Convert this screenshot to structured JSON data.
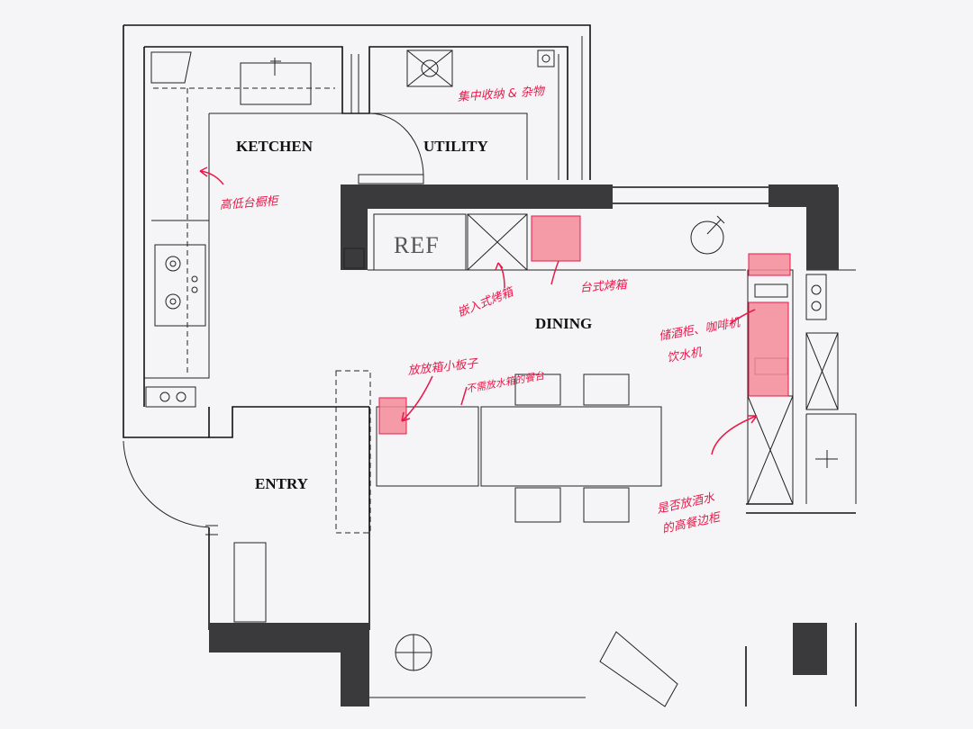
{
  "rooms": {
    "kitchen": "KETCHEN",
    "utility": "UTILITY",
    "dining": "DINING",
    "entry": "ENTRY",
    "ref": "REF"
  },
  "notes": {
    "low_cabinet": "高低台橱柜",
    "utility_storage": "集中收纳 & 杂物",
    "oven_table": "台式烤箱",
    "built_in_oven": "嵌入式烤箱",
    "coffee_machine_1": "储酒柜、咖啡机",
    "coffee_machine_2": "饮水机",
    "small_appliance": "放放箱小板子",
    "water_table": "不需放水箱的餐台",
    "tall_cabinet_1": "是否放酒水",
    "tall_cabinet_2": "的高餐边柜"
  },
  "colors": {
    "wall": "#3a3a3c",
    "annotation": "#e8194a",
    "highlight": "#f58a99"
  }
}
